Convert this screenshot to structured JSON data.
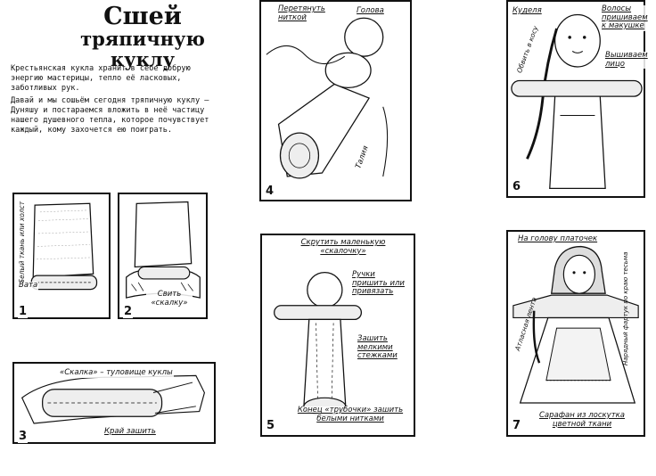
{
  "title": {
    "line1": "Сшей",
    "line2": "тряпичную куклу"
  },
  "intro": {
    "p1": "Крестьянская кукла хранит в себе добрую энергию мастерицы, тепло её ласковых, заботливых рук.",
    "p2": "Давай и мы сошьём сегодня тряпичную куклу – Дуняшу и постараемся вложить в неё частицу нашего душевного тепла, которое почувствует каждый, кому захочется ею поиграть."
  },
  "panels": {
    "p1": {
      "number": "1",
      "label_vertical": "Белый ткань или холст",
      "label_bata": "Вата"
    },
    "p2": {
      "number": "2",
      "label": "Свить «скалку»"
    },
    "p3": {
      "number": "3",
      "label_top": "«Скалка» – туловище куклы",
      "label_bottom": "Край зашить"
    },
    "p4": {
      "number": "4",
      "label_nitka": "Перетянуть ниткой",
      "label_golova": "Голова",
      "label_talia": "Талия"
    },
    "p5": {
      "number": "5",
      "label_top": "Скрутить маленькую «скалочку»",
      "label_ruchki": "Ручки пришить или привязать",
      "label_zashit": "Зашить мелкими стежками",
      "label_bottom": "Конец «трубочки» зашить белыми нитками"
    },
    "p6": {
      "number": "6",
      "label_kudelya": "Куделя",
      "label_obvit": "Обвить в косу",
      "label_volosy": "Волосы пришиваем к макушке",
      "label_litso": "Вышиваем лицо"
    },
    "p7": {
      "number": "7",
      "label_top": "На голову платочек",
      "label_lenta": "Атласная лента",
      "label_fartuk": "Нарядный фартук по краю тесьма",
      "label_bottom": "Сарафан из лоскутка цветной ткани"
    }
  }
}
